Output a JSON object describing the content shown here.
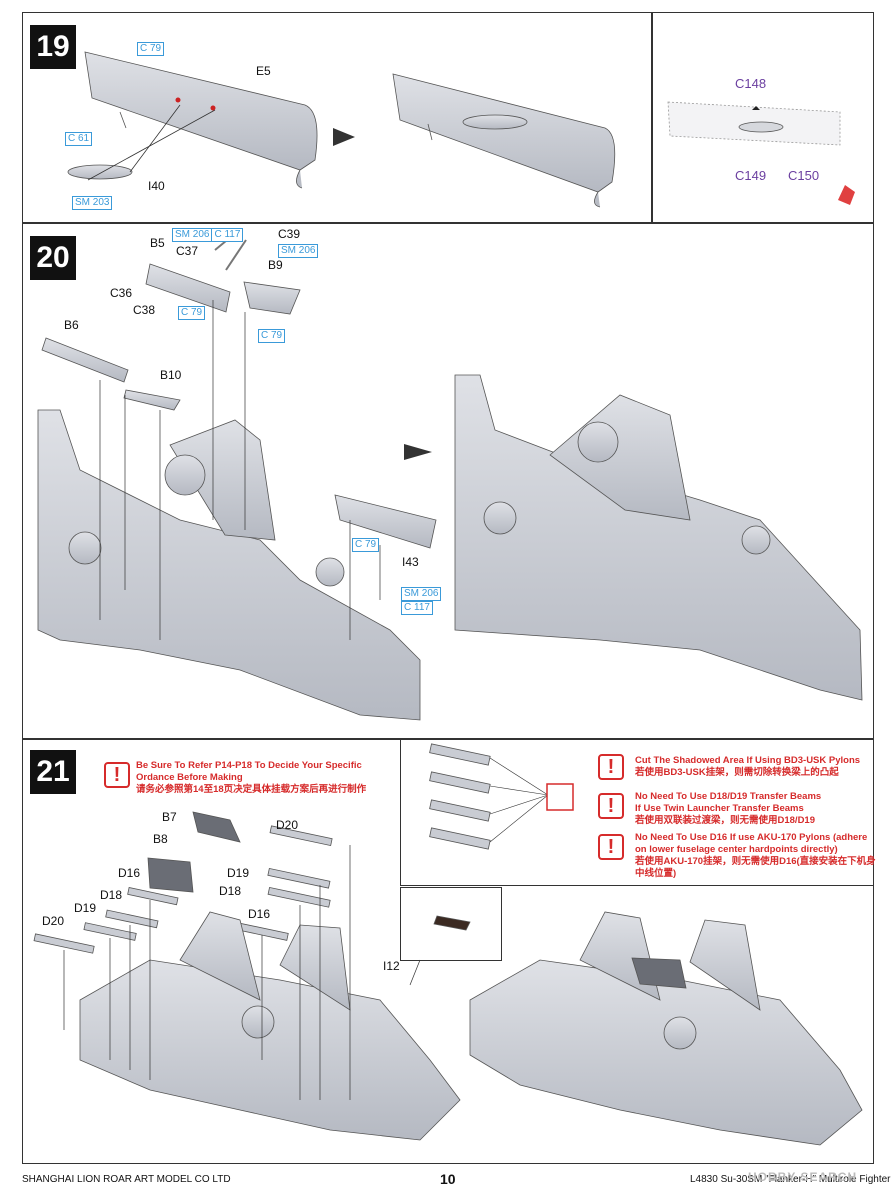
{
  "steps": {
    "s19": {
      "number": "19",
      "parts": {
        "e5": "E5",
        "i40": "I40"
      },
      "paints": {
        "c79": [
          "C 79"
        ],
        "c61": [
          "C 61"
        ],
        "sm203": [
          "SM 203"
        ]
      },
      "inset": {
        "c148": "C148",
        "c149": "C149",
        "c150": "C150"
      }
    },
    "s20": {
      "number": "20",
      "parts": {
        "b5": "B5",
        "c37": "C37",
        "c39": "C39",
        "b9": "B9",
        "c36": "C36",
        "c38": "C38",
        "b6": "B6",
        "b10": "B10",
        "i43": "I43"
      },
      "paints": {
        "sm206_c117_top": [
          "SM 206",
          "C 117"
        ],
        "sm206_right": [
          "SM 206"
        ],
        "c79_b5": [
          "C 79"
        ],
        "c79_b9": [
          "C 79"
        ],
        "c79_i43": [
          "C 79"
        ],
        "sm206_i43": [
          "SM 206"
        ],
        "c117_i43": [
          "C 117"
        ]
      }
    },
    "s21": {
      "number": "21",
      "note_en": "Be Sure To Refer P14-P18 To Decide Your Specific",
      "note_en2": "Ordance Before Making",
      "note_cn": "请务必参照第14至18页决定具体挂载方案后再进行制作",
      "parts": {
        "b7": "B7",
        "b8": "B8",
        "d16a": "D16",
        "d18a": "D18",
        "d19a": "D19",
        "d20a": "D20",
        "d20b": "D20",
        "d19b": "D19",
        "d18b": "D18",
        "d16b": "D16",
        "i12": "I12"
      },
      "notes": [
        {
          "en": "Cut The Shadowed Area If Using BD3-USK Pylons",
          "en2": "",
          "cn": "若使用BD3-USK挂架，则需切除转换梁上的凸起",
          "cn2": ""
        },
        {
          "en": "No Need To Use D18/D19 Transfer Beams",
          "en2": "If Use Twin Launcher Transfer Beams",
          "cn": "若使用双联装过渡梁，则无需使用D18/D19",
          "cn2": ""
        },
        {
          "en": "No Need To Use D16 If use AKU-170 Pylons (adhere",
          "en2": "on lower fuselage center hardpoints directly)",
          "cn": "若使用AKU-170挂架，则无需使用D16(直接安装在下机身",
          "cn2": "中线位置)"
        }
      ]
    }
  },
  "footer": {
    "company": "SHANGHAI LION ROAR ART MODEL CO LTD",
    "page": "10",
    "kit": "L4830 Su-30SM \"Flanker-H\" Multirole Fighter",
    "watermark": "HOBBY SEARCH"
  },
  "colors": {
    "paint_blue": "#3a9ad9",
    "warning_red": "#d62b2b",
    "inset_purple": "#6b3fa0",
    "model_gray": "#c9ccd3"
  }
}
